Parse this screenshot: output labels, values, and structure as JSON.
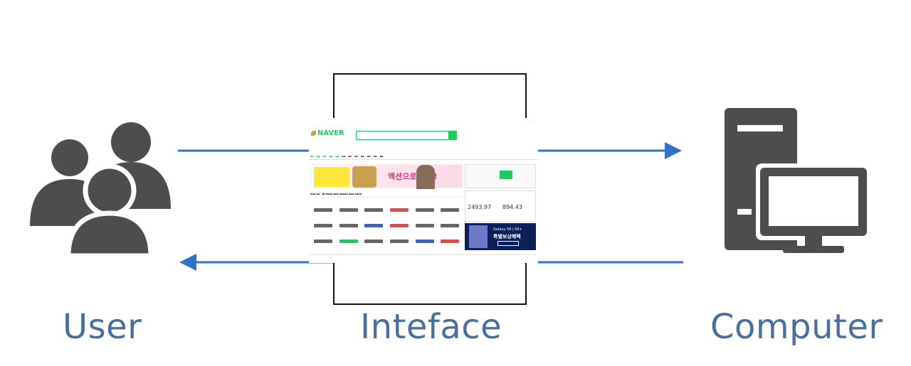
{
  "labels": {
    "user": "User",
    "interface": "Inteface",
    "computer": "Computer"
  },
  "screenshot": {
    "logo_text": "NAVER",
    "banner_headline": "액션으로 완성!",
    "stock_value_1": "2493.97",
    "stock_value_2": "894.43",
    "ad_line_1": "Galaxy S9 | S9+",
    "ad_line_2": "특별보상혜택"
  },
  "colors": {
    "arrow": "#2e73c8",
    "icon": "#4d4d4d",
    "label": "#4a6f9c",
    "naver_green": "#19ce60"
  },
  "icons": [
    "users-icon",
    "desktop-computer-icon",
    "arrow-right-icon",
    "arrow-left-icon"
  ]
}
